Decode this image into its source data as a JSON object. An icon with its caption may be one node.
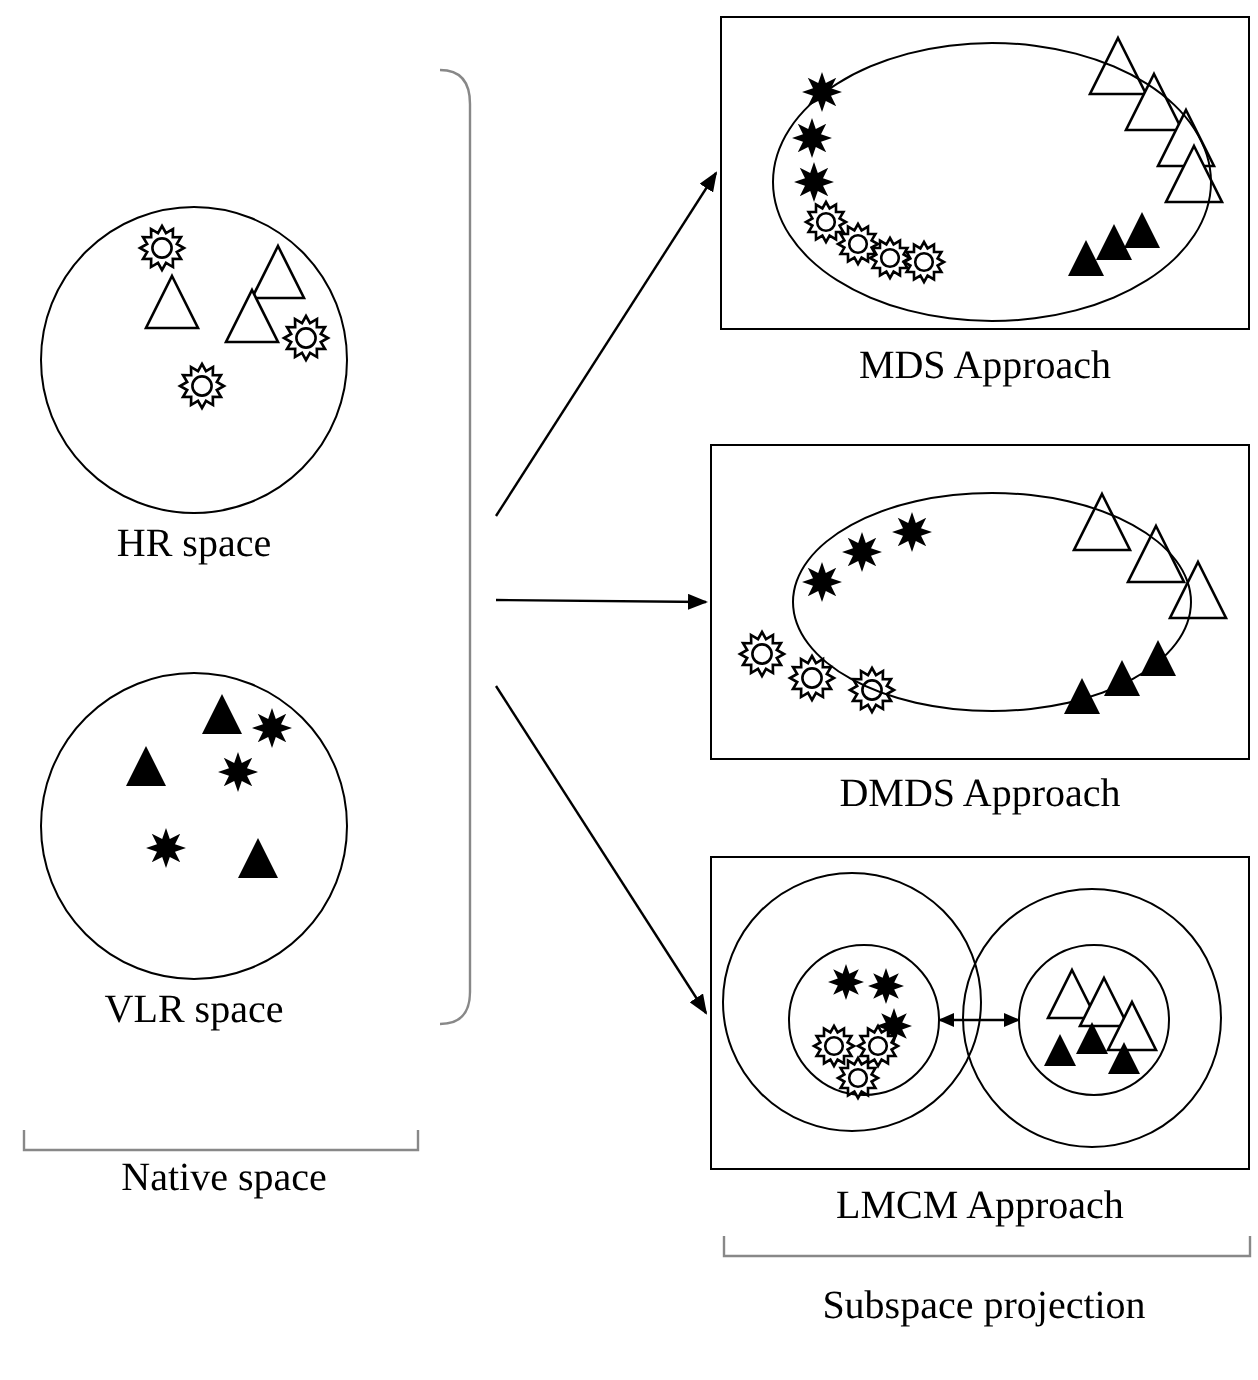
{
  "diagram": {
    "nodes": [
      {
        "text": [
          "HR space"
        ]
      },
      {
        "text": [
          "VLR space"
        ]
      },
      {
        "text": [
          "MDS Approach"
        ]
      },
      {
        "text": [],
        "shape": "ellipse",
        "in": 2
      },
      {
        "text": [
          "DMDS Approach"
        ]
      },
      {
        "text": [],
        "shape": "ellipse",
        "in": 4
      },
      {
        "text": [
          "LMCM Approach"
        ]
      },
      {
        "text": [],
        "shape": "circle",
        "in": 6
      },
      {
        "text": [],
        "shape": "circle",
        "in": 7
      },
      {
        "text": [],
        "shape": "circle",
        "in": 6
      },
      {
        "text": [],
        "shape": "circle",
        "in": 9
      }
    ],
    "edges": [
      {
        "from": null,
        "to": 2,
        "arrow": "to"
      },
      {
        "from": null,
        "to": 4,
        "arrow": "to"
      },
      {
        "from": null,
        "to": 6,
        "arrow": "to"
      },
      {
        "from": 8,
        "to": 10,
        "arrow": "both"
      }
    ],
    "labels": [
      "Native space",
      "Subspace projection"
    ]
  }
}
